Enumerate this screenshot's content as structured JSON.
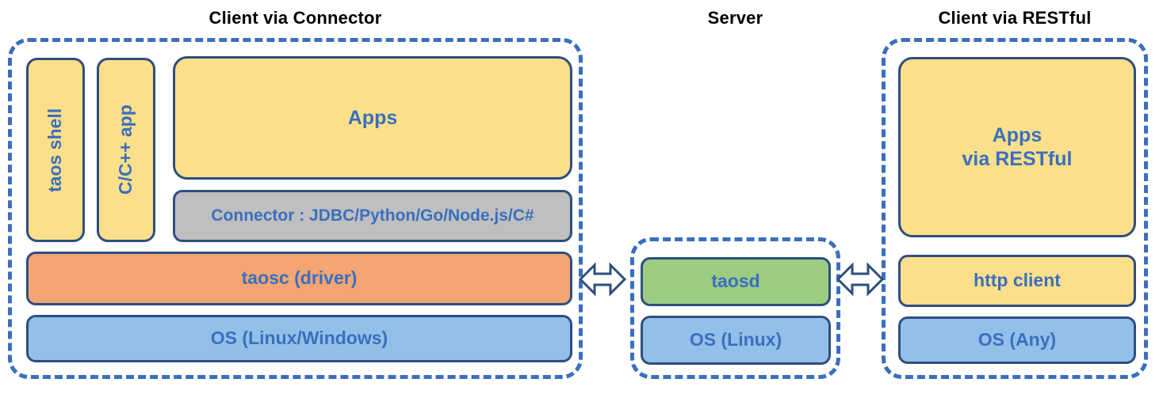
{
  "diagram": {
    "title_connector": "Client via Connector",
    "title_server": "Server",
    "title_restful": "Client via RESTful",
    "colors": {
      "dashed_border": "#3A6FBE",
      "block_border": "#2E4E7E",
      "text_blue": "#3A6FBE",
      "title_black": "#000000",
      "yellow": "#FCDF8A",
      "gray": "#BFBFBF",
      "orange": "#F4A573",
      "blue": "#93C0E8",
      "green": "#9BCC82"
    },
    "client_connector": {
      "taos_shell": "taos shell",
      "cpp_app": "C/C++ app",
      "apps": "Apps",
      "connector": "Connector : JDBC/Python/Go/Node.js/C#",
      "taosc": "taosc (driver)",
      "os": "OS (Linux/Windows)"
    },
    "server": {
      "taosd": "taosd",
      "os": "OS (Linux)"
    },
    "client_restful": {
      "apps_line1": "Apps",
      "apps_line2": "via RESTful",
      "http_client": "http client",
      "os": "OS (Any)"
    },
    "arrows": {
      "left_label": "bidirectional-arrow",
      "right_label": "bidirectional-arrow"
    }
  }
}
